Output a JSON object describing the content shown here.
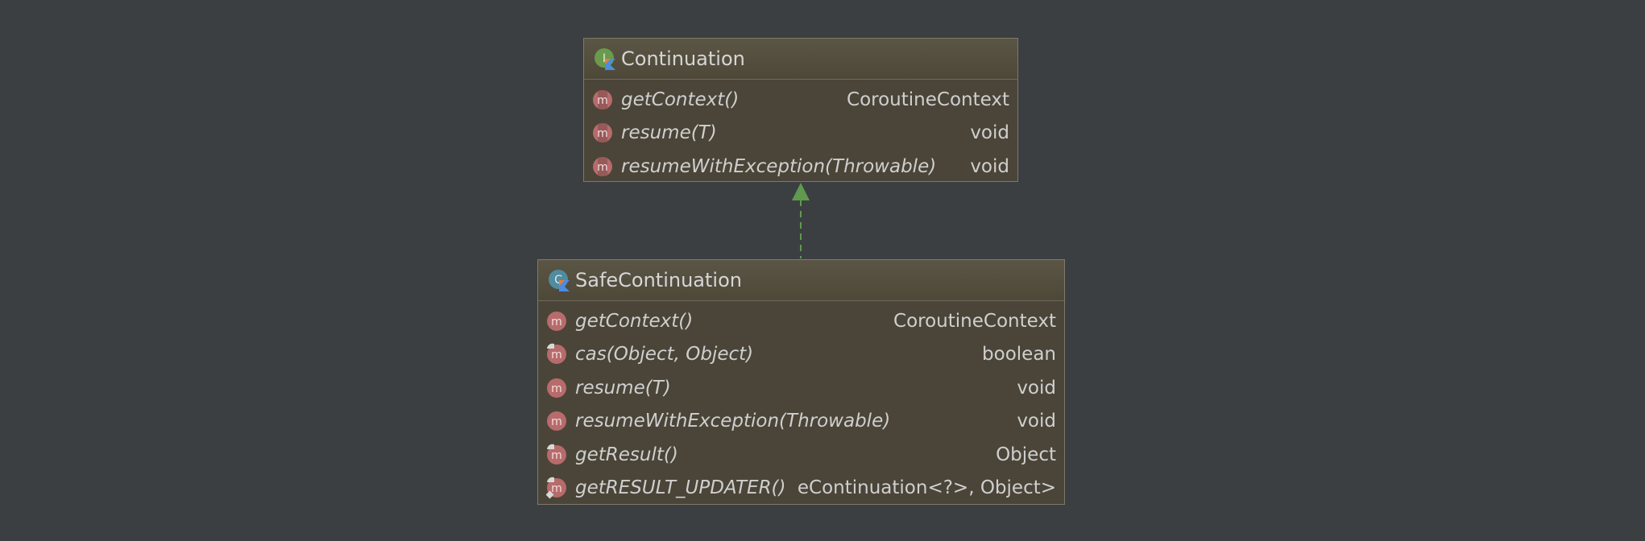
{
  "colors": {
    "background": "#3c3f41",
    "box_fill": "#4a4538",
    "box_border": "#7d7a6b",
    "text": "#cfcfcf",
    "method_icon": "#b86b6b",
    "interface_icon": "#6a9a4c",
    "class_icon": "#4f8ca0",
    "arrow": "#5f9a4f"
  },
  "interface": {
    "title": "Continuation",
    "icon": "interface-kotlin-icon",
    "members": [
      {
        "name": "getContext()",
        "type": "CoroutineContext",
        "icon": "abstract-method-icon"
      },
      {
        "name": "resume(T)",
        "type": "void",
        "icon": "abstract-method-icon"
      },
      {
        "name": "resumeWithException(Throwable)",
        "type": "void",
        "icon": "abstract-method-icon"
      }
    ]
  },
  "class": {
    "title": "SafeContinuation",
    "icon": "class-kotlin-icon",
    "members": [
      {
        "name": "getContext()",
        "type": "CoroutineContext",
        "icon": "method-icon"
      },
      {
        "name": "cas(Object, Object)",
        "type": "boolean",
        "icon": "private-method-icon"
      },
      {
        "name": "resume(T)",
        "type": "void",
        "icon": "method-icon"
      },
      {
        "name": "resumeWithException(Throwable)",
        "type": "void",
        "icon": "method-icon"
      },
      {
        "name": "getResult()",
        "type": "Object",
        "icon": "private-method-icon"
      },
      {
        "name": "getRESULT_UPDATER()",
        "type": "eContinuation<?>, Object>",
        "icon": "static-private-method-icon"
      }
    ]
  }
}
